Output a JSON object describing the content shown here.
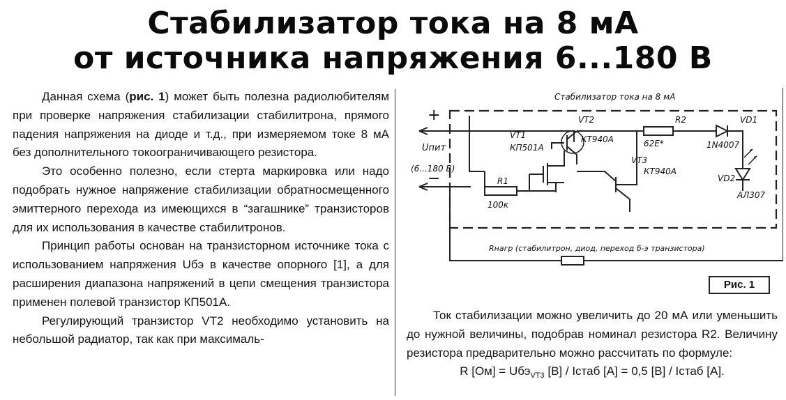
{
  "title": {
    "line1": "Стабилизатор тока на 8 мА",
    "line2": "от источника напряжения 6...180 В"
  },
  "left": {
    "p1_a": "Данная схема (",
    "p1_ref": "рис. 1",
    "p1_b": ") может быть полезна радиолюбителям при проверке напряжения стабилизации стабилитрона, прямого падения напряжения на диоде и т.д., при измеряемом токе 8 мА без дополнительного токоограничивающего резистора.",
    "p2": "Это особенно полезно, если стерта маркировка или надо подобрать нужное напряжение стабилизации обратносмещенного эмиттерного перехода из имеющихся в “загашнике” транзисторов для их использования в качестве стабилитронов.",
    "p3": "Принцип работы основан на транзисторном источнике тока с использованием напряжения Uбэ в качестве опорного [1], а для расширения диапазона напряжений в цепи смещения транзистора применен полевой транзистор КП501А.",
    "p4": "Регулирующий транзистор VT2 необходимо установить на небольшой радиатор, так как при максималь-"
  },
  "right": {
    "p1": "Ток стабилизации можно увеличить до 20 мА или уменьшить до нужной величины, подобрав номинал резистора R2. Величину резистора предварительно можно рассчитать по формуле:",
    "formula_a": "R [Ом] = Uбэ",
    "formula_sub": "VT3",
    "formula_b": " [В] / Iстаб [А] = 0,5 [В] / Iстаб [А]."
  },
  "schematic": {
    "caption": "Стабилизатор тока на 8 мА",
    "plus": "+",
    "minus": "−",
    "supply_label": "Uпит",
    "supply_range": "(6...180 В)",
    "vt1_name": "VT1",
    "vt1_type": "КП501А",
    "vt2_name": "VT2",
    "vt2_type": "КТ940А",
    "vt3_name": "VT3",
    "vt3_type": "КТ940А",
    "r1_name": "R1",
    "r1_value": "100к",
    "r2_name": "R2",
    "r2_value": "62Е*",
    "vd1_name": "VD1",
    "vd1_type": "1N4007",
    "vd2_name": "VD2",
    "vd2_type": "АЛ307",
    "load_label": "Rнагр (стабилитрон, диод, переход б-э транзистора)",
    "figure_label": "Рис. 1"
  }
}
